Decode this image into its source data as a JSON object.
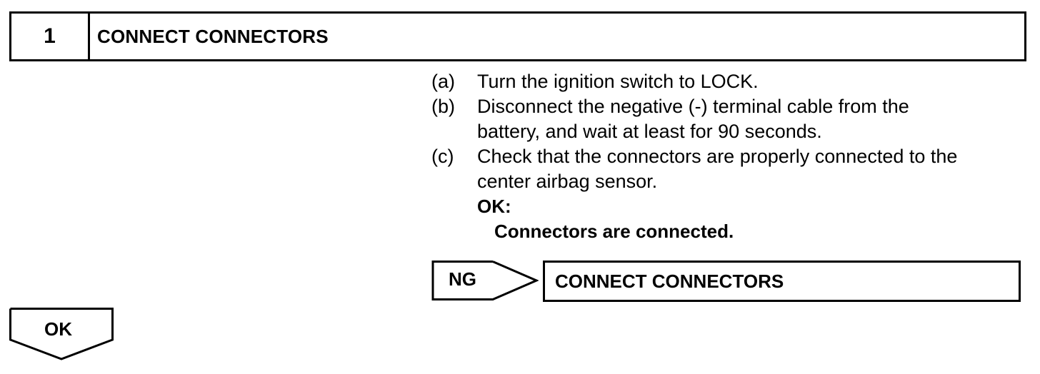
{
  "header": {
    "step_number": "1",
    "step_title": "CONNECT CONNECTORS"
  },
  "steps": [
    {
      "letter": "(a)",
      "lines": [
        "Turn the ignition switch to LOCK."
      ]
    },
    {
      "letter": "(b)",
      "lines": [
        "Disconnect the negative (-) terminal cable from the",
        "battery, and wait at least for 90 seconds."
      ]
    },
    {
      "letter": "(c)",
      "lines": [
        "Check that the connectors are properly connected to the",
        "center airbag sensor."
      ]
    }
  ],
  "result": {
    "ok_label": "OK:",
    "ok_text": "Connectors are connected."
  },
  "ng_branch": {
    "label": "NG",
    "action": "CONNECT CONNECTORS"
  },
  "ok_branch": {
    "label": "OK"
  }
}
